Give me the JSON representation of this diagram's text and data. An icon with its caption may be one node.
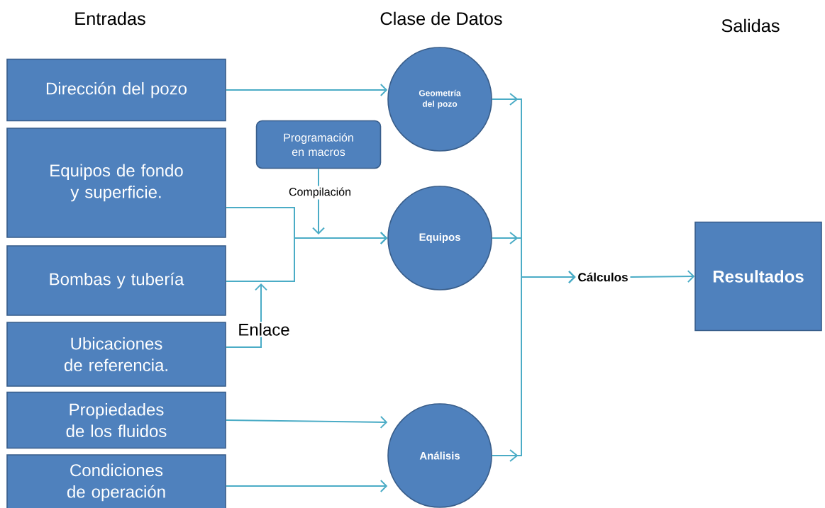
{
  "diagram": {
    "nodes": [
      {
        "text": [
          "Dirección del pozo"
        ]
      },
      {
        "text": [
          "Equipos de fondo y superficie."
        ]
      },
      {
        "text": [
          "Bombas y tubería"
        ]
      },
      {
        "text": [
          "Ubicaciones de referencia."
        ]
      },
      {
        "text": [
          "Propiedades de los fluidos"
        ]
      },
      {
        "text": [
          "Condiciones de operación"
        ]
      },
      {
        "text": [
          "Programación en macros"
        ]
      },
      {
        "text": [
          "Geometría del pozo"
        ]
      },
      {
        "text": [
          "Equipos"
        ]
      },
      {
        "text": [
          "Análisis"
        ]
      },
      {
        "text": [
          "Cálculos"
        ]
      },
      {
        "text": [
          "Resultados"
        ]
      }
    ],
    "edges": [
      {
        "from": 0,
        "to": 7,
        "arrow": "to"
      },
      {
        "from": 1,
        "to": 8,
        "arrow": "to"
      },
      {
        "from": 2,
        "to": 8,
        "arrow": "to"
      },
      {
        "from": 3,
        "to": null,
        "arrow": "to",
        "label": "Enlace"
      },
      {
        "from": 6,
        "to": null,
        "arrow": "to",
        "label": "Compilación"
      },
      {
        "from": 4,
        "to": 9,
        "arrow": "to"
      },
      {
        "from": 5,
        "to": 9,
        "arrow": "to"
      },
      {
        "from": 7,
        "to": 10,
        "arrow": "to"
      },
      {
        "from": 8,
        "to": 10,
        "arrow": "to"
      },
      {
        "from": 9,
        "to": 10,
        "arrow": "to"
      },
      {
        "from": 10,
        "to": 11,
        "arrow": "to"
      }
    ],
    "labels": [
      "Entradas",
      "Clase de Datos",
      "Salidas"
    ]
  }
}
